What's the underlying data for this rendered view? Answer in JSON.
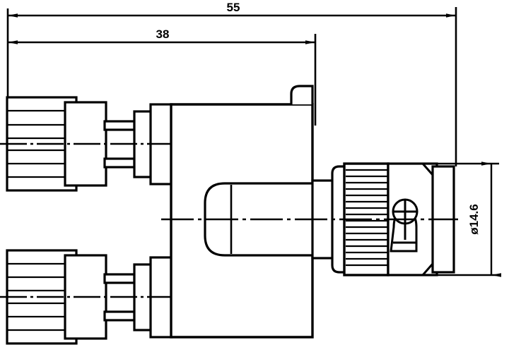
{
  "drawing": {
    "type": "technical-drawing",
    "subject": "BNC T-adapter connector with two knurled screw connectors",
    "background_color": "#ffffff",
    "line_color": "#000000",
    "dimensions": {
      "overall_length": {
        "label": "55",
        "units_shown": false,
        "orientation": "horizontal",
        "position": "top",
        "arrow_style": "double-arrow-inward"
      },
      "partial_length": {
        "label": "38",
        "units_shown": false,
        "orientation": "horizontal",
        "position": "top-second",
        "arrow_style": "double-arrow-inward"
      },
      "diameter": {
        "label": "ø14.6",
        "units_shown": false,
        "orientation": "vertical",
        "position": "right",
        "arrow_style": "double-arrow-inward"
      }
    },
    "features": [
      {
        "name": "upper-knurled-knob",
        "knurl_bands": 7
      },
      {
        "name": "upper-hex-body",
        "knurl_bands": 0
      },
      {
        "name": "upper-shaft",
        "knurl_bands": 0
      },
      {
        "name": "lower-knurled-knob",
        "knurl_bands": 7
      },
      {
        "name": "lower-hex-body",
        "knurl_bands": 0
      },
      {
        "name": "lower-shaft",
        "knurl_bands": 0
      },
      {
        "name": "main-body",
        "knurl_bands": 0
      },
      {
        "name": "bnc-knurled-coupling-nut",
        "knurl_bands": 17
      },
      {
        "name": "bnc-bayonet-slot",
        "knurl_bands": 0
      },
      {
        "name": "bnc-end-flange",
        "knurl_bands": 0
      }
    ],
    "centerlines": [
      {
        "name": "upper-axis",
        "style": "dash-dot"
      },
      {
        "name": "middle-axis",
        "style": "dash-dot"
      },
      {
        "name": "lower-axis",
        "style": "dash-dot"
      }
    ]
  }
}
